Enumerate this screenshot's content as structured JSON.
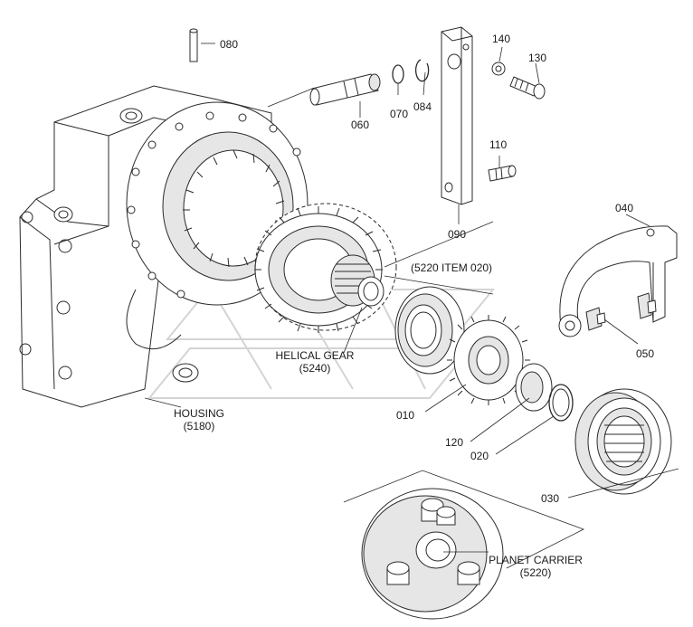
{
  "callouts": {
    "c080": "080",
    "c060": "060",
    "c070": "070",
    "c084": "084",
    "c140": "140",
    "c130": "130",
    "c110": "110",
    "c090": "090",
    "c040": "040",
    "c050": "050",
    "c010": "010",
    "c120": "120",
    "c020": "020",
    "c030": "030"
  },
  "parts": {
    "helical_gear": "HELICAL GEAR",
    "helical_gear_no": "(5240)",
    "housing": "HOUSING",
    "housing_no": "(5180)",
    "planet_carrier": "PLANET CARRIER",
    "planet_carrier_no": "(5220)",
    "bearing_ref": "(5220 ITEM 020)"
  }
}
